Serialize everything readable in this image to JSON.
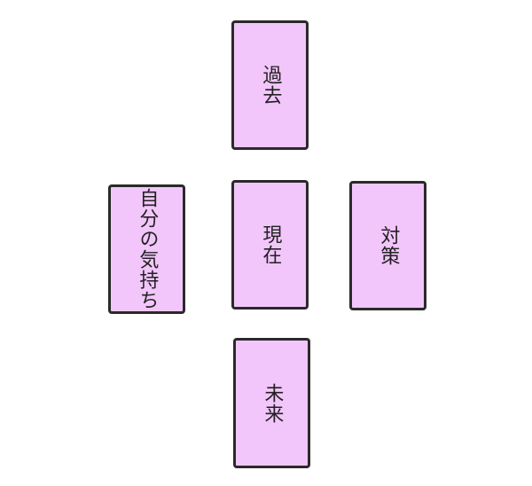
{
  "colors": {
    "card_fill": "#f2c6fb",
    "card_border": "#2a2a2a",
    "text": "#222222",
    "background": "#ffffff"
  },
  "spread": {
    "past": "過去",
    "present": "現在",
    "future": "未来",
    "feeling": "自分の気持ち",
    "advice": "対策"
  }
}
